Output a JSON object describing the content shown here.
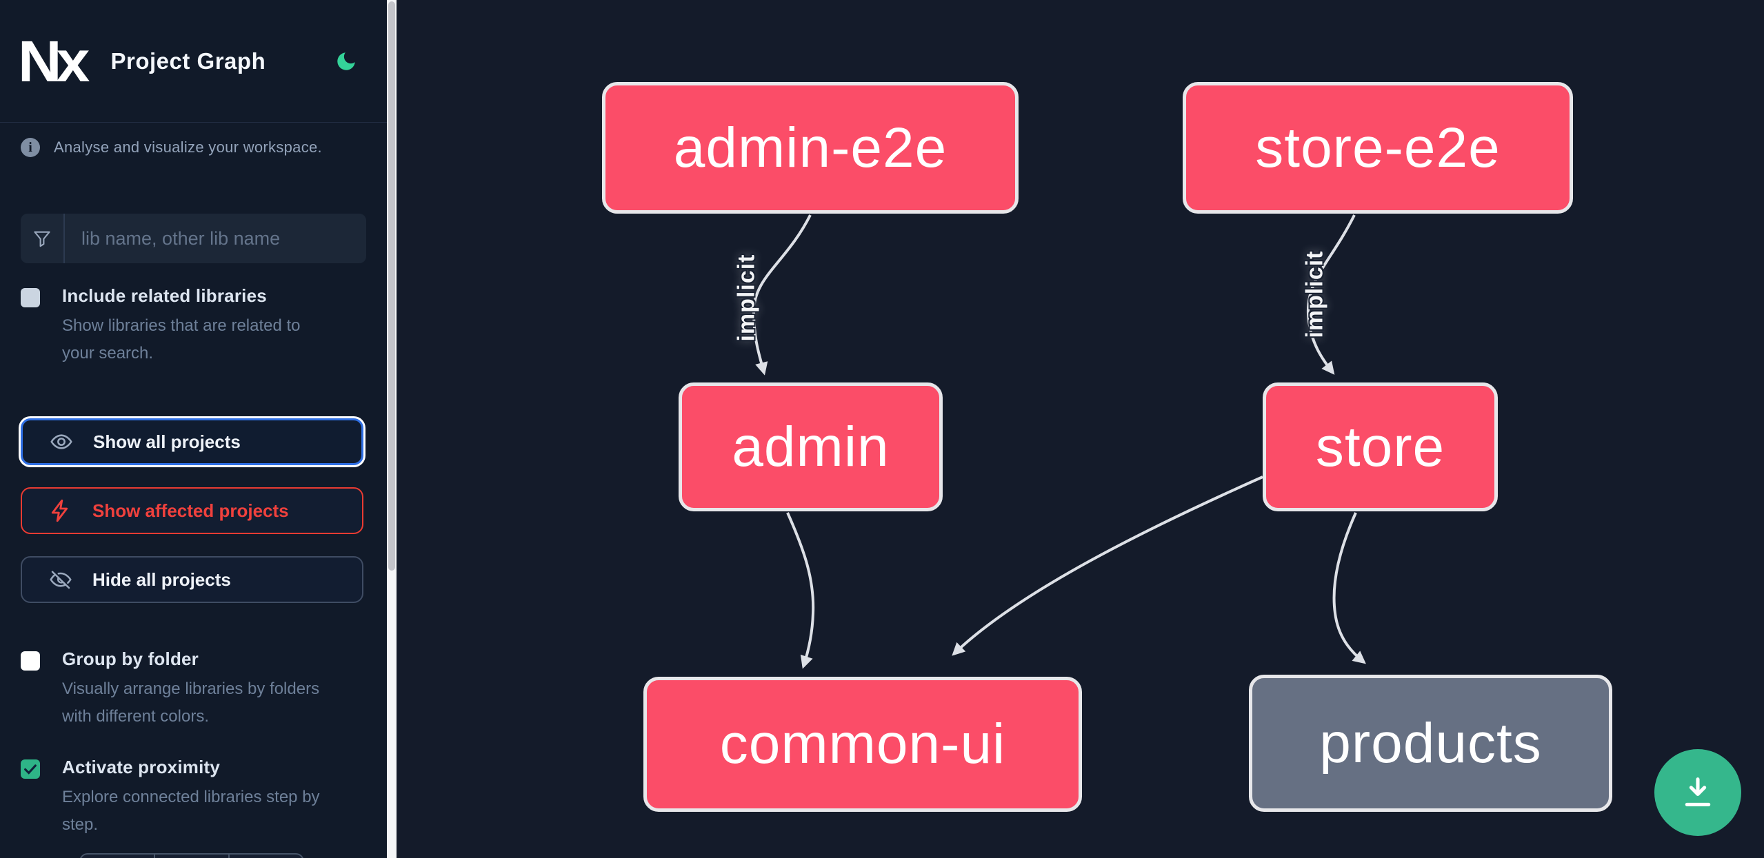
{
  "app": {
    "logo_text": "Nx",
    "title": "Project Graph",
    "theme_icon": "moon"
  },
  "sidebar": {
    "tagline": "Analyse and visualize your workspace.",
    "search": {
      "placeholder": "lib name, other lib name",
      "value": ""
    },
    "options": [
      {
        "label": "Include related libraries",
        "description": "Show libraries that are related to your search.",
        "checked": false
      },
      {
        "label": "Group by folder",
        "description": "Visually arrange libraries by folders with different colors.",
        "checked": false
      },
      {
        "label": "Activate proximity",
        "description": "Explore connected libraries step by step.",
        "checked": true
      }
    ],
    "actions": [
      {
        "label": "Show all projects",
        "state": "focused"
      },
      {
        "label": "Show affected projects",
        "state": "affected"
      },
      {
        "label": "Hide all projects",
        "state": "default"
      }
    ]
  },
  "graph": {
    "nodes": [
      {
        "id": "admin-e2e",
        "label": "admin-e2e",
        "type": "affected"
      },
      {
        "id": "store-e2e",
        "label": "store-e2e",
        "type": "affected"
      },
      {
        "id": "admin",
        "label": "admin",
        "type": "affected"
      },
      {
        "id": "store",
        "label": "store",
        "type": "affected"
      },
      {
        "id": "common-ui",
        "label": "common-ui",
        "type": "affected"
      },
      {
        "id": "products",
        "label": "products",
        "type": "regular"
      }
    ],
    "edges": [
      {
        "source": "admin-e2e",
        "target": "admin",
        "label": "implicit"
      },
      {
        "source": "store-e2e",
        "target": "store",
        "label": "implicit"
      },
      {
        "source": "admin",
        "target": "common-ui",
        "label": ""
      },
      {
        "source": "store",
        "target": "common-ui",
        "label": ""
      },
      {
        "source": "store",
        "target": "products",
        "label": ""
      }
    ]
  },
  "colors": {
    "affected_node": "#fb4d68",
    "regular_node": "#667083",
    "node_border": "#e7e7ea",
    "edge": "#dde0e6",
    "focus_ring_blue": "#2f6fe4",
    "affected_red": "#f0413d",
    "moon_green": "#34d399",
    "checkbox_green": "#2eb487",
    "download_green": "#35b78c",
    "sidebar_bg": "#111a29",
    "canvas_bg": "#141b2a"
  }
}
